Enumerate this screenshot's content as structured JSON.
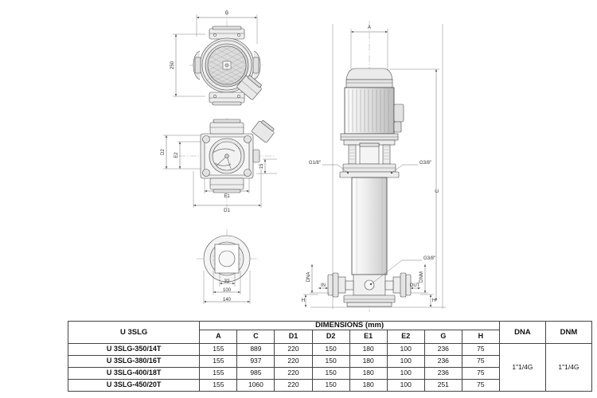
{
  "drawing": {
    "title": "U 3SLG vertical multistage pump dimensional drawing",
    "views": {
      "top_view": {
        "name": "top-view",
        "dims": [
          {
            "label": "G",
            "orientation": "horizontal"
          },
          {
            "label": "250",
            "orientation": "vertical"
          }
        ]
      },
      "plan_view": {
        "name": "plan-view",
        "dims": [
          {
            "label": "D2",
            "orientation": "vertical"
          },
          {
            "label": "E2",
            "orientation": "vertical"
          },
          {
            "label": "E1",
            "orientation": "horizontal"
          },
          {
            "label": "D1",
            "orientation": "horizontal"
          },
          {
            "label": "15",
            "orientation": "vertical"
          }
        ]
      },
      "flange_view": {
        "name": "flange-view",
        "dims": [
          {
            "label": "32",
            "orientation": "horizontal"
          },
          {
            "label": "100",
            "orientation": "horizontal"
          },
          {
            "label": "140",
            "orientation": "horizontal"
          }
        ]
      },
      "elevation_view": {
        "name": "elevation-view",
        "dims": [
          {
            "label": "A",
            "orientation": "horizontal"
          },
          {
            "label": "C",
            "orientation": "vertical"
          },
          {
            "label": "DNA",
            "orientation": "vertical"
          },
          {
            "label": "DNM",
            "orientation": "vertical"
          },
          {
            "label": "IN",
            "orientation": "horizontal"
          },
          {
            "label": "OUT",
            "orientation": "horizontal"
          },
          {
            "label": "H",
            "orientation": "horizontal"
          }
        ],
        "callouts": [
          {
            "label": "G1/8\"",
            "side": "left"
          },
          {
            "label": "G3/8\"",
            "side": "right-top"
          },
          {
            "label": "G3/8\"",
            "side": "center-bottom"
          }
        ]
      }
    }
  },
  "table": {
    "model_header": "U 3SLG",
    "dimensions_header": "DIMENSIONS (mm)",
    "dna_header": "DNA",
    "dnm_header": "DNM",
    "columns": [
      "A",
      "C",
      "D1",
      "D2",
      "E1",
      "E2",
      "G",
      "H"
    ],
    "rows": [
      {
        "model": "U 3SLG-350/14T",
        "values": [
          "155",
          "889",
          "220",
          "150",
          "180",
          "100",
          "236",
          "75"
        ]
      },
      {
        "model": "U 3SLG-380/16T",
        "values": [
          "155",
          "937",
          "220",
          "150",
          "180",
          "100",
          "236",
          "75"
        ]
      },
      {
        "model": "U 3SLG-400/18T",
        "values": [
          "155",
          "985",
          "220",
          "150",
          "180",
          "100",
          "236",
          "75"
        ]
      },
      {
        "model": "U 3SLG-450/20T",
        "values": [
          "155",
          "1060",
          "220",
          "150",
          "180",
          "100",
          "251",
          "75"
        ]
      }
    ],
    "dna_value": "1\"1/4G",
    "dnm_value": "1\"1/4G"
  },
  "colors": {
    "line": "#4a4a4a",
    "fill_light": "#f2f2f2",
    "fill_mid": "#d8d8d8",
    "text": "#1a1a1a"
  }
}
